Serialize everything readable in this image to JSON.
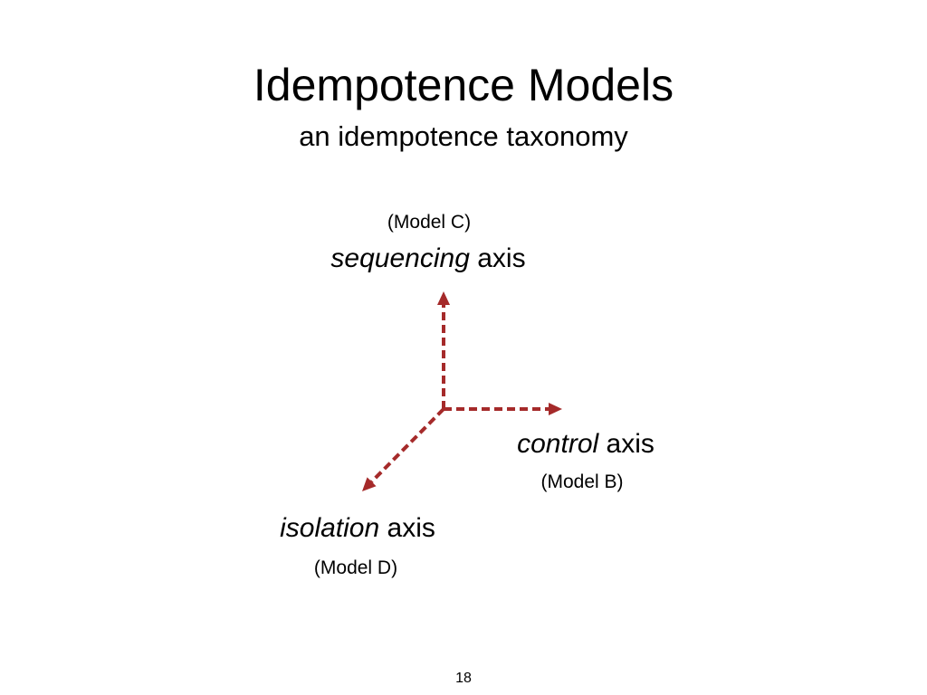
{
  "slide": {
    "title": "Idempotence Models",
    "subtitle": "an idempotence taxonomy",
    "page_number": "18"
  },
  "axes": {
    "sequencing": {
      "model": "(Model C)",
      "name": "sequencing",
      "suffix": " axis"
    },
    "control": {
      "model": "(Model B)",
      "name": "control",
      "suffix": " axis"
    },
    "isolation": {
      "model": "(Model D)",
      "name": "isolation",
      "suffix": " axis"
    }
  },
  "colors": {
    "arrow": "#a52a2a",
    "text": "#000000",
    "background": "#ffffff"
  }
}
